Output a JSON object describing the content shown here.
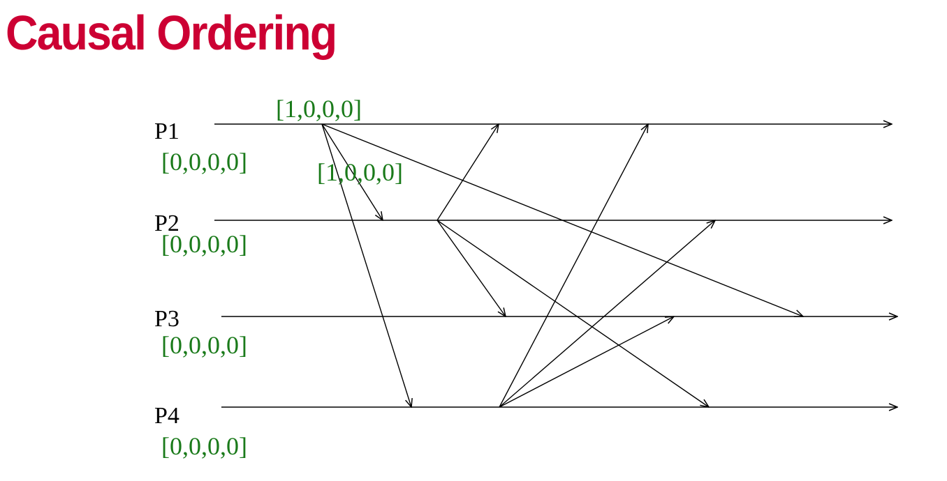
{
  "title": "Causal Ordering",
  "colors": {
    "title": "#cc0033",
    "vector": "#1a7a1a",
    "line": "#000000"
  },
  "processes": [
    {
      "label": "P1",
      "vector": "[0,0,0,0]"
    },
    {
      "label": "P2",
      "vector": "[0,0,0,0]"
    },
    {
      "label": "P3",
      "vector": "[0,0,0,0]"
    },
    {
      "label": "P4",
      "vector": "[0,0,0,0]"
    }
  ],
  "event_labels": [
    {
      "text": "[1,0,0,0]",
      "process": "P1"
    },
    {
      "text": "[1,0,0,0]",
      "process": "P2"
    }
  ],
  "messages": [
    {
      "from": "P1",
      "to": "P2"
    },
    {
      "from": "P1",
      "to": "P3"
    },
    {
      "from": "P1",
      "to": "P4"
    },
    {
      "from": "P2",
      "to": "P1"
    },
    {
      "from": "P2",
      "to": "P3"
    },
    {
      "from": "P2",
      "to": "P4"
    },
    {
      "from": "P4",
      "to": "P1"
    },
    {
      "from": "P4",
      "to": "P2"
    },
    {
      "from": "P4",
      "to": "P3"
    }
  ]
}
